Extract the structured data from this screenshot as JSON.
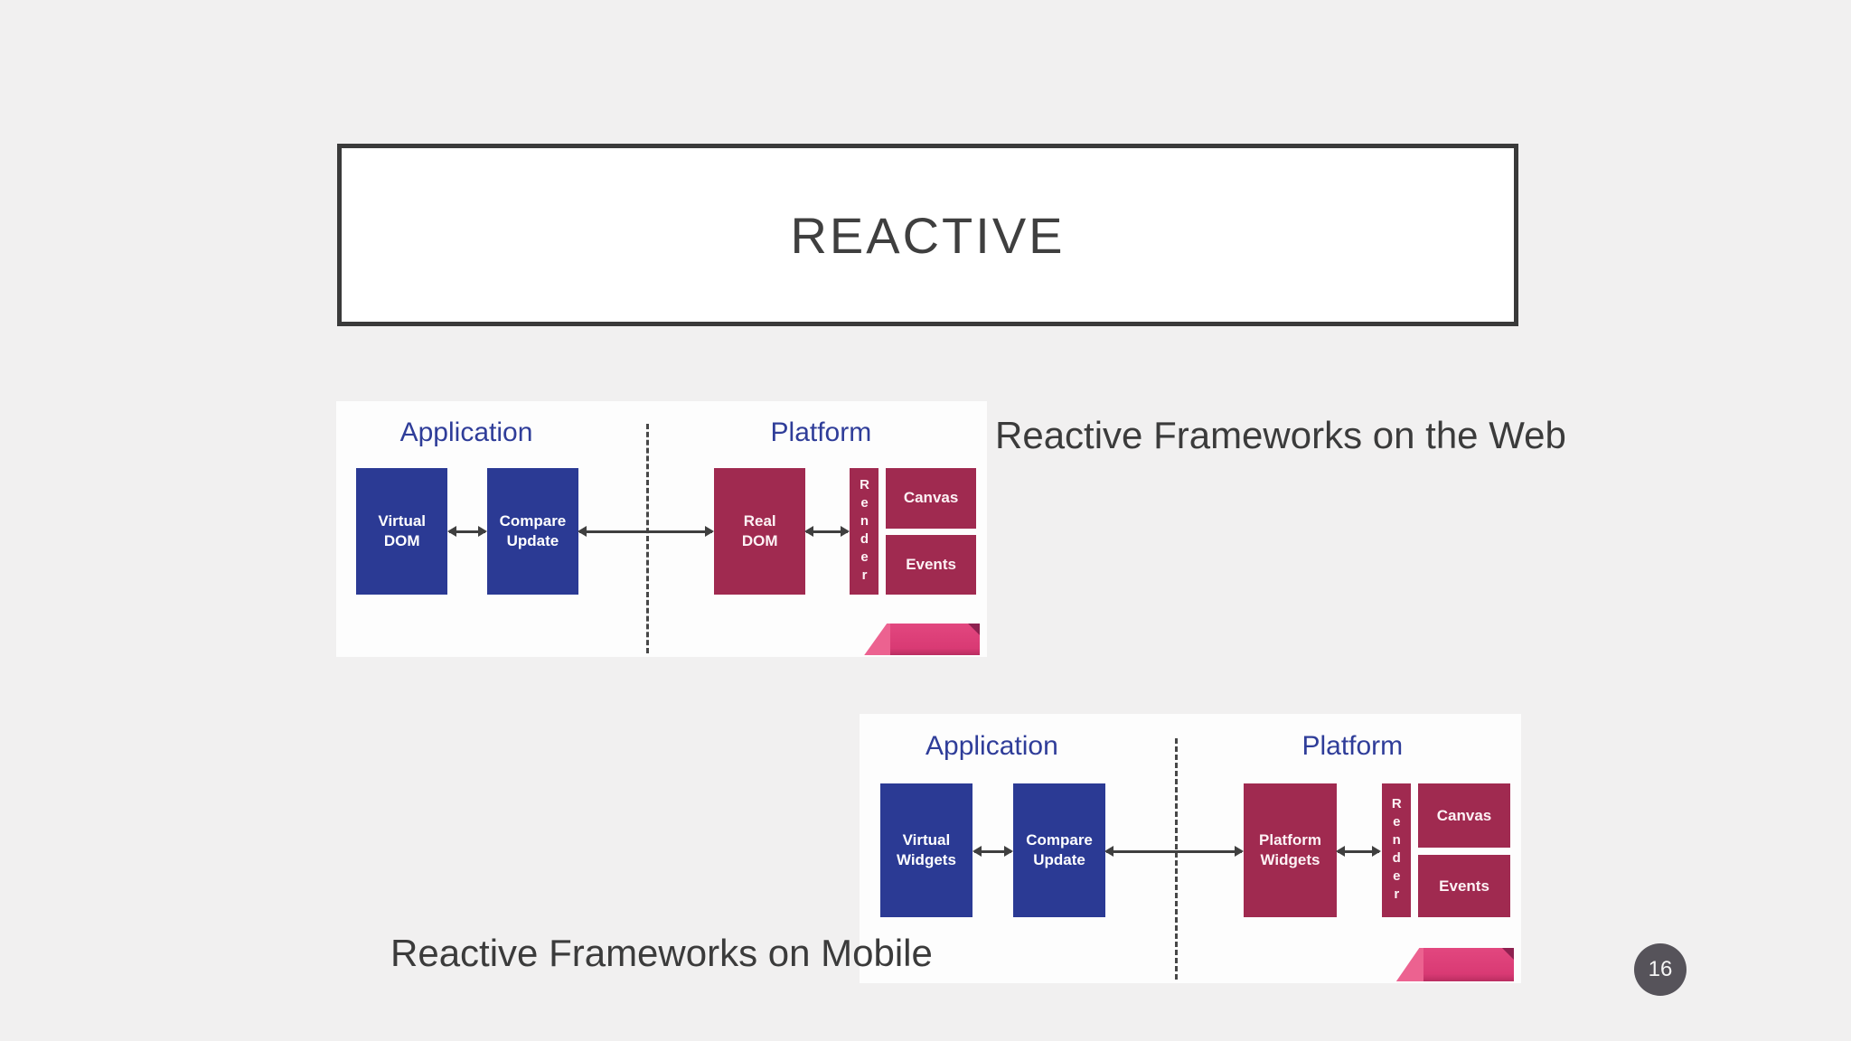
{
  "slide": {
    "title": "REACTIVE",
    "page_number": "16",
    "background_color": "#f1f0f0",
    "colors": {
      "box_blue": "#2b3a94",
      "box_maroon": "#a02a50",
      "heading_blue": "#2f3d99",
      "ribbon_pink": "#d93a74",
      "ribbon_pink_light": "#ec6290",
      "badge_gray": "#56535a",
      "title_text": "#3f3f3f"
    }
  },
  "captions": {
    "web": "Reactive Frameworks on the Web",
    "mobile": "Reactive Frameworks on Mobile"
  },
  "diagrams": [
    {
      "name": "web",
      "left_heading": "Application",
      "right_heading": "Platform",
      "box1": "Virtual\nDOM",
      "box2": "Compare\nUpdate",
      "box3": "Real\nDOM",
      "render": "Render",
      "canvas": "Canvas",
      "events": "Events"
    },
    {
      "name": "mobile",
      "left_heading": "Application",
      "right_heading": "Platform",
      "box1": "Virtual\nWidgets",
      "box2": "Compare\nUpdate",
      "box3": "Platform\nWidgets",
      "render": "Render",
      "canvas": "Canvas",
      "events": "Events"
    }
  ]
}
